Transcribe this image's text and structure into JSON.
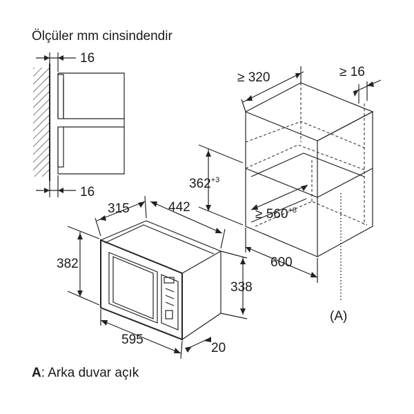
{
  "title": "Ölçüler mm cinsindendir",
  "legend": {
    "key": "A",
    "text": ": Arka duvar açık"
  },
  "dimensions": {
    "side_top": "16",
    "side_bottom": "16",
    "niche_depth": "≥ 320",
    "niche_side": "≥ 16",
    "height_a": "362",
    "height_a_tol": "+3",
    "width_niche": "≥ 560",
    "width_niche_tol": "+8",
    "cabinet_width": "600",
    "oven_depth_a": "315",
    "oven_depth_b": "442",
    "oven_height": "382",
    "oven_inner_height": "338",
    "oven_width": "595",
    "oven_front": "20",
    "rear_label": "(A)"
  },
  "colors": {
    "line": "#222222",
    "background": "#ffffff"
  }
}
